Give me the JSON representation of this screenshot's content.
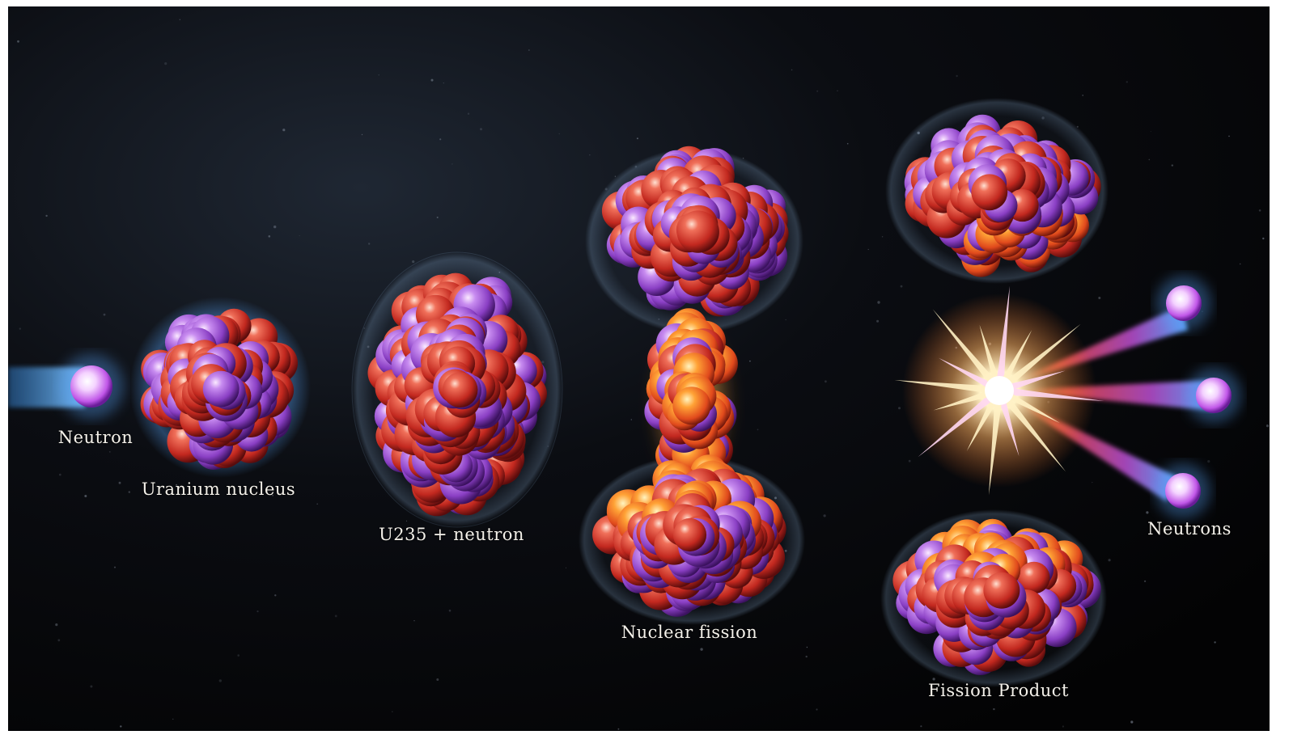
{
  "labels": {
    "neutron": "Neutron",
    "uranium_nucleus": "Uranium nucleus",
    "u235_neutron": "U235 + neutron",
    "nuclear_fission": "Nuclear fission",
    "fission_product": "Fission Product",
    "neutrons": "Neutrons"
  },
  "colors": {
    "background": "#050507",
    "proton": "#e0463a",
    "neutron": "#a35ad8",
    "neutron_glow": "#4f9fe8",
    "flash": "#fff2c8"
  }
}
